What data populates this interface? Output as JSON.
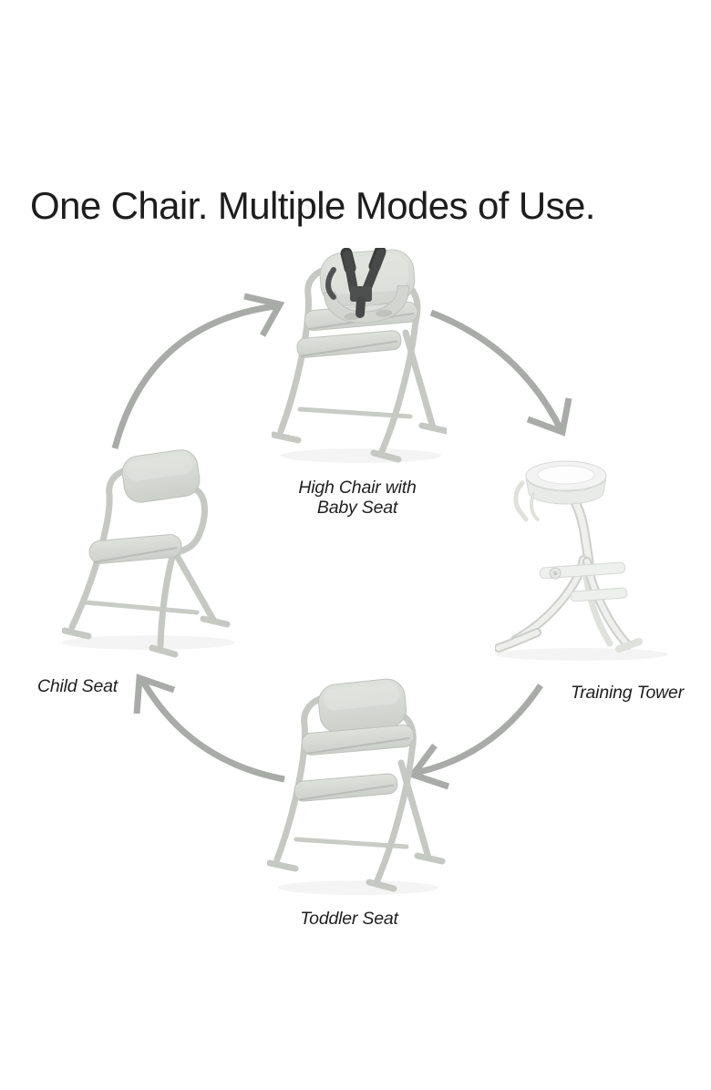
{
  "title": "One Chair. Multiple Modes of Use.",
  "diagram": {
    "modes": [
      {
        "id": "high-chair-with-baby-seat",
        "label": "High Chair with Baby Seat",
        "label_lines": [
          "High Chair with",
          "Baby Seat"
        ],
        "position": "top"
      },
      {
        "id": "training-tower",
        "label": "Training Tower",
        "position": "right"
      },
      {
        "id": "toddler-seat",
        "label": "Toddler Seat",
        "position": "bottom"
      },
      {
        "id": "child-seat",
        "label": "Child Seat",
        "position": "left"
      }
    ],
    "arrows": [
      {
        "name": "child-seat-to-high-chair",
        "direction": "up-right"
      },
      {
        "name": "high-chair-to-training-tower",
        "direction": "down-right"
      },
      {
        "name": "training-tower-to-toddler-seat",
        "direction": "down-left"
      },
      {
        "name": "toddler-seat-to-child-seat",
        "direction": "up-left"
      }
    ],
    "colors": {
      "background": "#ffffff",
      "title_text": "#1d1d1d",
      "label_text": "#1f1f1f",
      "arrow": "#a9aba9",
      "frame": "#c6c8c4",
      "harness": "#474948",
      "tower_line": "#dfe1dd"
    }
  }
}
